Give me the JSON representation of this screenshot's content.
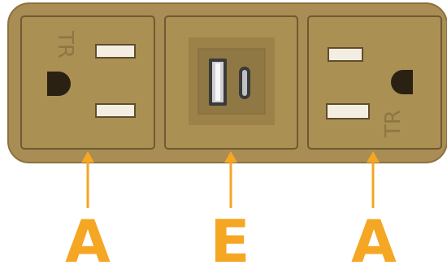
{
  "modules": [
    {
      "id": "left",
      "type": "outlet-tr",
      "embossed_text": "TR",
      "callout": "A"
    },
    {
      "id": "center",
      "type": "usb-a-usb-c",
      "callout": "E"
    },
    {
      "id": "right",
      "type": "outlet-tr",
      "embossed_text": "TR",
      "callout": "A"
    }
  ],
  "colors": {
    "panel": "#a98d54",
    "panel_edge": "#8b7240",
    "module_face": "#ab9054",
    "module_border": "#6e5a32",
    "slot": "#f4eee2",
    "ground_hole": "#2b2113",
    "usb_recess": "#8f7844",
    "usb_port": "#3a3a3a",
    "callout": "#f5a623"
  },
  "icons": [
    "usb-a-port-icon",
    "usb-c-port-icon",
    "tr-emboss-icon"
  ]
}
